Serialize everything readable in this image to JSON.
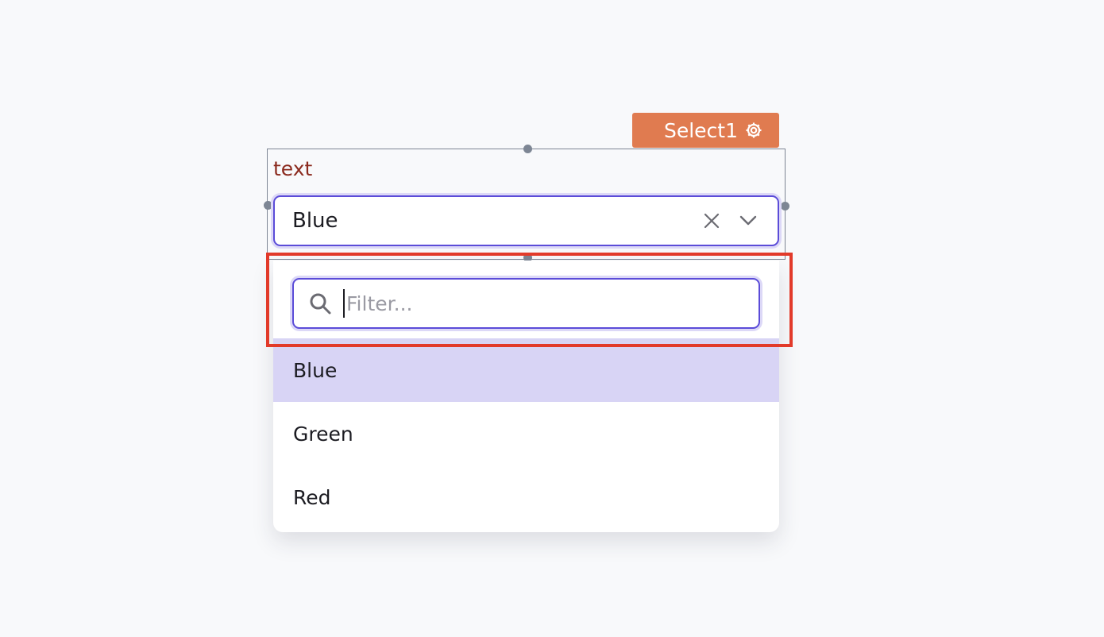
{
  "widget": {
    "name": "Select1",
    "label": "text"
  },
  "select": {
    "value": "Blue"
  },
  "filter": {
    "placeholder": "Filter..."
  },
  "options": [
    "Blue",
    "Green",
    "Red"
  ],
  "selected_option": "Blue",
  "colors": {
    "accent": "#5b4cd8",
    "selected_row": "#d8d4f5",
    "tag": "#e07b50",
    "label": "#8b2a1e",
    "highlight": "#e23a2a"
  },
  "icons": {
    "tag": "gear-icon",
    "clear": "close-icon",
    "toggle": "chevron-down-icon",
    "filter": "search-icon"
  }
}
